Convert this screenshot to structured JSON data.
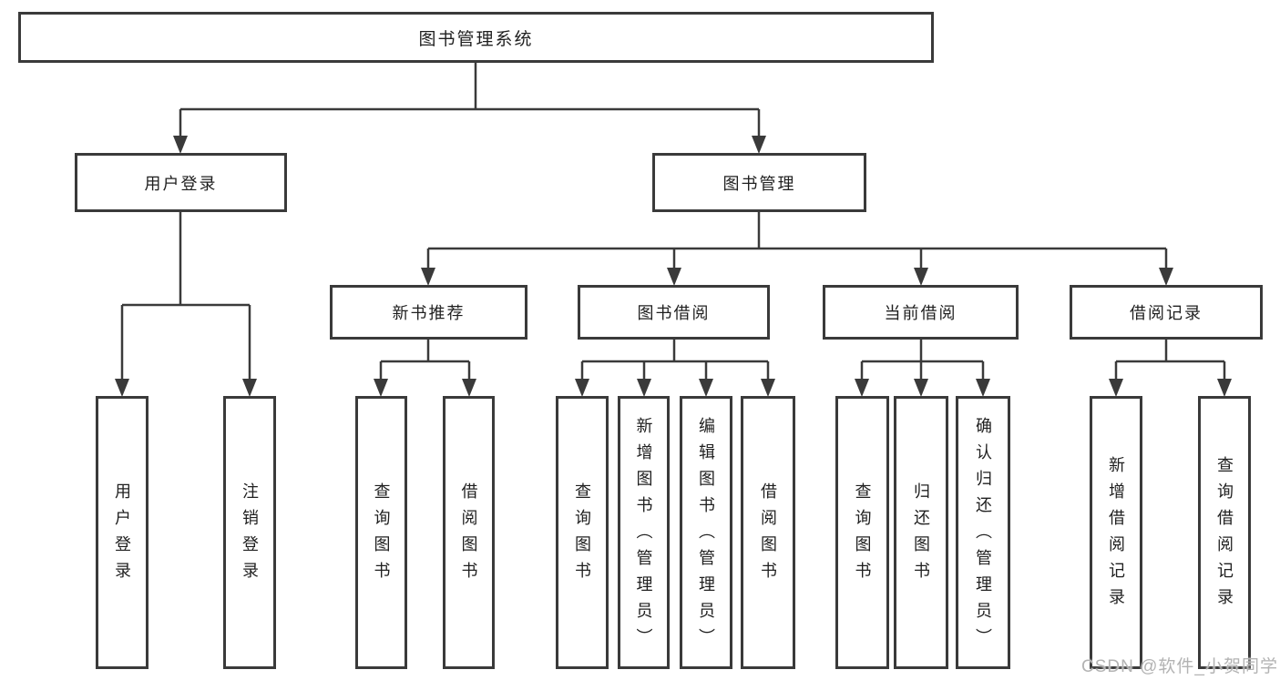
{
  "tree": {
    "root": {
      "label": "图书管理系统",
      "children": [
        {
          "label": "用户登录",
          "children": [
            {
              "label": "用户登录"
            },
            {
              "label": "注销登录"
            }
          ]
        },
        {
          "label": "图书管理",
          "children": [
            {
              "label": "新书推荐",
              "children": [
                {
                  "label": "查询图书"
                },
                {
                  "label": "借阅图书"
                }
              ]
            },
            {
              "label": "图书借阅",
              "children": [
                {
                  "label": "查询图书"
                },
                {
                  "label": "新增图书（管理员）"
                },
                {
                  "label": "编辑图书（管理员）"
                },
                {
                  "label": "借阅图书"
                }
              ]
            },
            {
              "label": "当前借阅",
              "children": [
                {
                  "label": "查询图书"
                },
                {
                  "label": "归还图书"
                },
                {
                  "label": "确认归还（管理员）"
                }
              ]
            },
            {
              "label": "借阅记录",
              "children": [
                {
                  "label": "新增借阅记录"
                },
                {
                  "label": "查询借阅记录"
                }
              ]
            }
          ]
        }
      ]
    }
  },
  "watermark": {
    "text": "CSDN @软件_小贺同学"
  },
  "colors": {
    "line": "#3a3a3a",
    "box_border": "#3a3a3a",
    "box_fill": "#ffffff",
    "text": "#1f1f1f",
    "watermark": "#b3b3b3",
    "background": "#ffffff"
  }
}
